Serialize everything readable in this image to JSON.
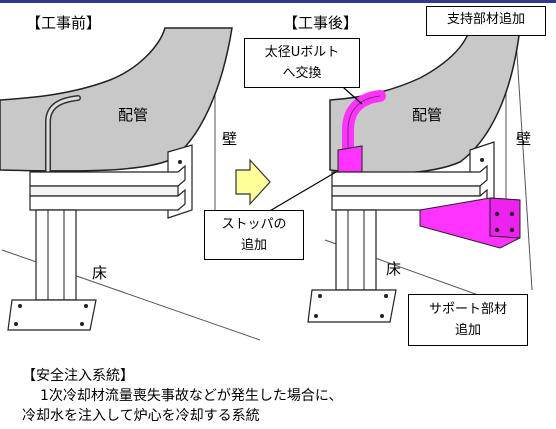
{
  "headings": {
    "before": "【工事前】",
    "after": "【工事後】"
  },
  "labels": {
    "pipe_before": "配管",
    "pipe_after": "配管",
    "wall_before": "壁",
    "wall_after": "壁",
    "floor_before": "床",
    "floor_after": "床"
  },
  "callouts": {
    "support_member": [
      "支持部材追加"
    ],
    "u_bolt": [
      "太径Uボルト",
      "へ交換"
    ],
    "stopper": [
      "ストッパの",
      "追加"
    ],
    "support_member_2": [
      "サポート部材",
      "追加"
    ]
  },
  "description": {
    "title": "【安全注入系統】",
    "lines": [
      "1次冷却材流量喪失事故などが発生した場合に、",
      "冷却水を注入して炉心を冷却する系統"
    ]
  },
  "colors": {
    "accent": "#ff33ff",
    "pipe": "#c8c8c8",
    "arrow": "#ffff99",
    "topline": "#2f3a8f"
  }
}
